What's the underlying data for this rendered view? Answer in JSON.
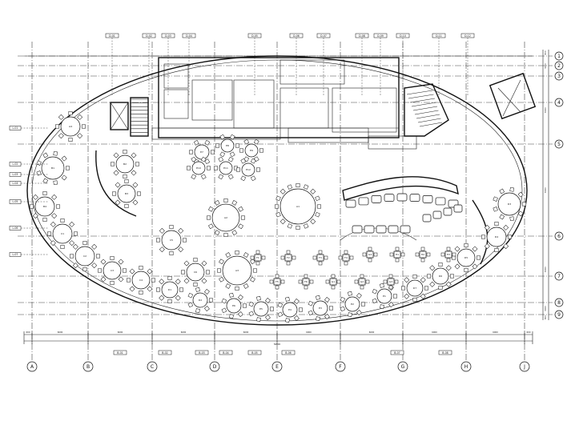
{
  "plan": {
    "column_axes": [
      "A",
      "B",
      "C",
      "D",
      "E",
      "F",
      "G",
      "H",
      "J"
    ],
    "row_axes_right": [
      "1",
      "2",
      "3",
      "4",
      "5",
      "6",
      "7",
      "8",
      "9"
    ],
    "top_tags": [
      "D-01",
      "D-02",
      "D-03",
      "D-04",
      "D-05",
      "D-06",
      "D-07",
      "D-08",
      "D-09",
      "D-10",
      "D-11",
      "D-12"
    ],
    "left_tags": [
      "L-01",
      "L-02",
      "L-03",
      "L-04",
      "L-05",
      "L-06",
      "L-07"
    ],
    "bottom_tags": [
      "B-01",
      "B-02",
      "B-03",
      "B-04",
      "B-05",
      "B-06",
      "B-07",
      "B-08"
    ],
    "overall_dimension": "56000",
    "bay_dimensions": [
      "600",
      "6000",
      "6000",
      "6000",
      "6000",
      "6000",
      "6000",
      "6000",
      "6000",
      "600"
    ],
    "right_dimensions": [
      "600",
      "3000",
      "6000",
      "6000",
      "6000",
      "3000",
      "600"
    ],
    "table_labels": [
      "A1",
      "A2",
      "A3",
      "A4",
      "B1",
      "B2",
      "B3",
      "B4",
      "C1",
      "C2",
      "C3",
      "C4",
      "C5",
      "C6",
      "D1",
      "D2",
      "D3",
      "D4",
      "D5",
      "D6",
      "D7",
      "E1",
      "E2",
      "E3",
      "E4",
      "E5",
      "E6",
      "E7",
      "E8",
      "E9",
      "E10",
      "E11",
      "E12",
      "F1",
      "F2",
      "F3",
      "F4",
      "F5",
      "F6",
      "G1",
      "G2",
      "G3",
      "G4",
      "H1",
      "H2",
      "H3",
      "H4",
      "V1",
      "V2",
      "V3"
    ]
  }
}
